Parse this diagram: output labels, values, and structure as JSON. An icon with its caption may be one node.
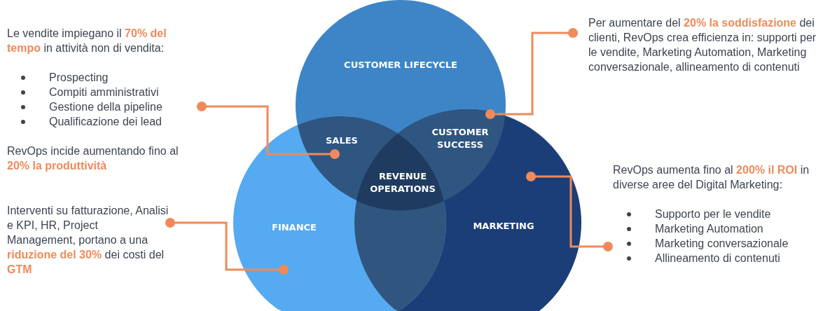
{
  "diagram": {
    "nodes": [
      {
        "text": [
          "Le vendite impiegano il **70% del tempo** in attività non di vendita:",
          "Prospecting",
          "Compiti amministrativi",
          "Gestione della pipeline",
          "Qualificazione dei lead",
          "RevOps incide aumentando fino al **20% la produttività**"
        ]
      },
      {
        "text": [
          "Per aumentare del **20% la soddisfazione** dei clienti, RevOps crea efficienza in: supporti per le vendite, Marketing Automation, Marketing conversazionale, allineamento di contenuti"
        ]
      },
      {
        "text": [
          "CUSTOMER LIFECYCLE"
        ]
      },
      {
        "text": [
          "SALES"
        ]
      },
      {
        "text": [
          "CUSTOMER SUCCESS"
        ]
      },
      {
        "text": [
          "REVENUE OPERATIONS"
        ]
      },
      {
        "text": [
          "RevOps aumenta fino al **200% il ROI** in diverse aree del Digital Marketing:",
          "Supporto per le vendite",
          "Marketing Automation",
          "Marketing conversazionale",
          "Allineamento di contenuti"
        ]
      },
      {
        "text": [
          "Interventi su fatturazione, Analisi e KPI, HR, Project Management, portano a una **riduzione del 30%** dei costi del **GTM**"
        ]
      },
      {
        "text": [
          "FINANCE"
        ]
      },
      {
        "text": [
          "MARKETING"
        ]
      }
    ],
    "edges": [
      {
        "from": 0,
        "to": 3,
        "arrow": "other"
      },
      {
        "from": 1,
        "to": 4,
        "arrow": "other"
      },
      {
        "from": 6,
        "to": 9,
        "arrow": "other"
      },
      {
        "from": 7,
        "to": 8,
        "arrow": "other"
      }
    ]
  }
}
